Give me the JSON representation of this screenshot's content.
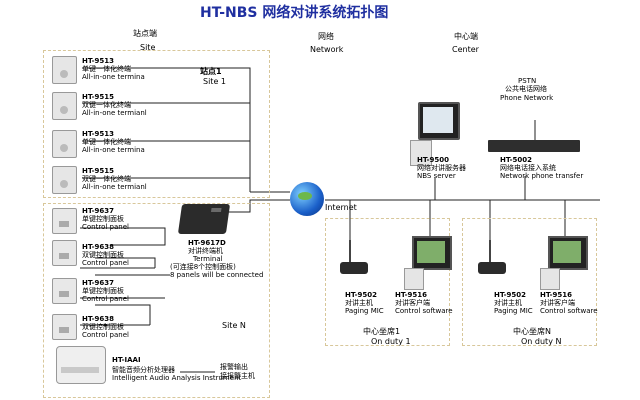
{
  "title": "HT-NBS 网络对讲系统拓扑图",
  "headers": {
    "site_cn": "站点端",
    "site_en": "Site",
    "net_cn": "网络",
    "net_en": "Network",
    "center_cn": "中心端",
    "center_en": "Center"
  },
  "site1": {
    "label_cn": "站点1",
    "label_en": "Site 1",
    "terminals": [
      {
        "model": "HT-9513",
        "cn": "单键一体化终端",
        "en": "All-in-one termina"
      },
      {
        "model": "HT-9515",
        "cn": "双键一体化终端",
        "en": "All-in-one termianl"
      },
      {
        "model": "HT-9513",
        "cn": "单键一体化终端",
        "en": "All-in-one termina"
      },
      {
        "model": "HT-9515",
        "cn": "双键一体化终端",
        "en": "All-in-one termianl"
      }
    ]
  },
  "siteN": {
    "label": "Site N",
    "panels": [
      {
        "model": "HT-9637",
        "cn": "单键控制面板",
        "en": "Control panel"
      },
      {
        "model": "HT-9638",
        "cn": "双键控制面板",
        "en": "Control panel"
      },
      {
        "model": "HT-9637",
        "cn": "单键控制面板",
        "en": "Control panel"
      },
      {
        "model": "HT-9638",
        "cn": "双键控制面板",
        "en": "Control panel"
      }
    ],
    "terminal": {
      "model": "HT-9617D",
      "cn": "对讲终端机",
      "en": "Terminal",
      "note_cn": "(可连接8个控制面板)",
      "note_en": "8 panels will be connected"
    },
    "iaai": {
      "model": "HT-IAAI",
      "cn": "智能音频分析处理器",
      "en": "Intelligent Audio Analysis Instrument",
      "alarm_out": "报警输出",
      "alarm_in": "接报警主机"
    }
  },
  "network": {
    "internet": "Internet"
  },
  "center": {
    "pstn": "PSTN",
    "phone_cn": "公共电话网络",
    "phone_en": "Phone Network",
    "server": {
      "model": "HT-9500",
      "cn": "网络对讲服务器",
      "en": "NBS server"
    },
    "gateway": {
      "model": "HT-5002",
      "cn": "网络电话接入系统",
      "en": "Network phone transfer"
    },
    "duties": [
      {
        "mic": {
          "model": "HT-9502",
          "cn": "对讲主机",
          "en": "Paging MIC"
        },
        "sw": {
          "model": "HT-9516",
          "cn": "对讲客户端",
          "en": "Control software"
        },
        "label_cn": "中心坐席1",
        "label_en": "On duty 1"
      },
      {
        "mic": {
          "model": "HT-9502",
          "cn": "对讲主机",
          "en": "Paging MIC"
        },
        "sw": {
          "model": "HT-9516",
          "cn": "对讲客户端",
          "en": "Control software"
        },
        "label_cn": "中心坐席N",
        "label_en": "On duty N"
      }
    ]
  },
  "colors": {
    "title": "#1f2fa0",
    "dash": "#d8c79a",
    "line": "#222222"
  }
}
